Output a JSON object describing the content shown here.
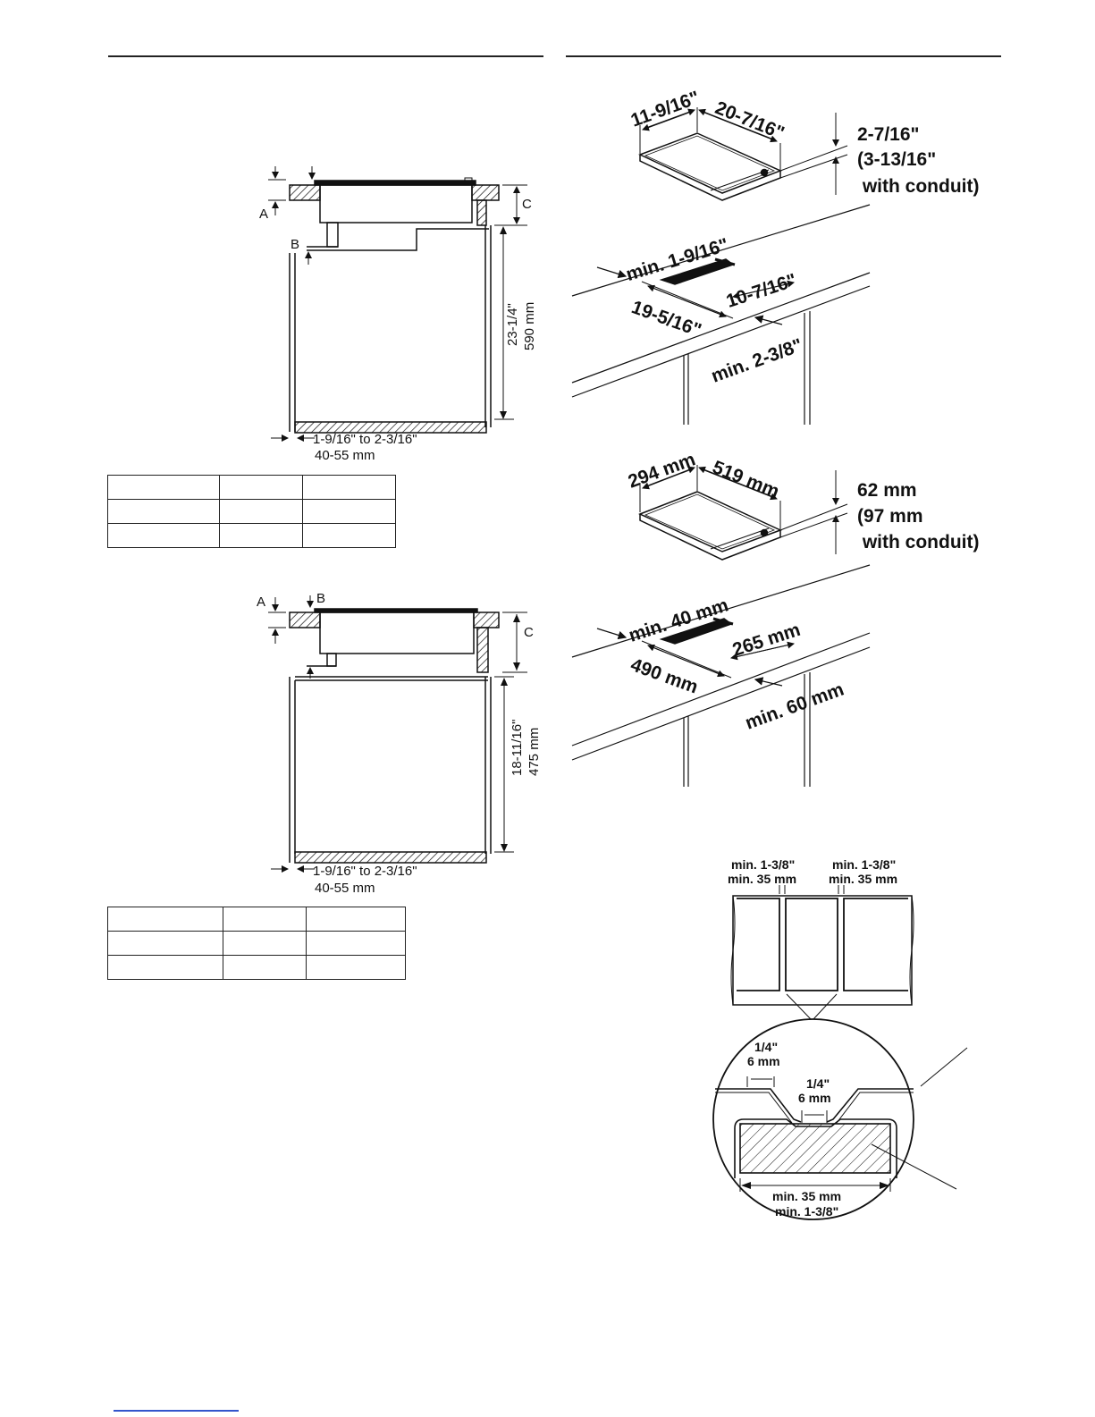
{
  "cutaway_top": {
    "label_a": "A",
    "label_b": "B",
    "label_c": "C",
    "height_in": "23-1/4\"",
    "height_mm": "590 mm",
    "gap_in": "1-9/16\" to 2-3/16\"",
    "gap_mm": "40-55 mm"
  },
  "cutaway_bottom": {
    "label_a": "A",
    "label_b": "B",
    "label_c": "C",
    "height_in": "18-11/16\"",
    "height_mm": "475 mm",
    "gap_in": "1-9/16\" to 2-3/16\"",
    "gap_mm": "40-55 mm"
  },
  "unit_inches": {
    "depth": "11-9/16\"",
    "width": "20-7/16\"",
    "height": "2-7/16\"",
    "conduit_height": "(3-13/16\"",
    "conduit_note": " with conduit)",
    "min_back": "min. 1-9/16\"",
    "cutout_depth": "10-7/16\"",
    "cutout_width": "19-5/16\"",
    "min_front": "min. 2-3/8\""
  },
  "unit_mm": {
    "depth": "294 mm",
    "width": "519 mm",
    "height": "62 mm",
    "conduit_height": "(97 mm",
    "conduit_note": " with conduit)",
    "min_back": "min. 40 mm",
    "cutout_depth": "265 mm",
    "cutout_width": "490 mm",
    "min_front": "min. 60 mm"
  },
  "spacing": {
    "left_in": "min. 1-3/8\"",
    "left_mm": "min. 35 mm",
    "right_in": "min. 1-3/8\"",
    "right_mm": "min. 35 mm",
    "detail_left_in": "1/4\"",
    "detail_left_mm": "6 mm",
    "detail_mid_in": "1/4\"",
    "detail_mid_mm": "6 mm",
    "bar_mm": "min. 35 mm",
    "bar_in": "min. 1-3/8\""
  }
}
